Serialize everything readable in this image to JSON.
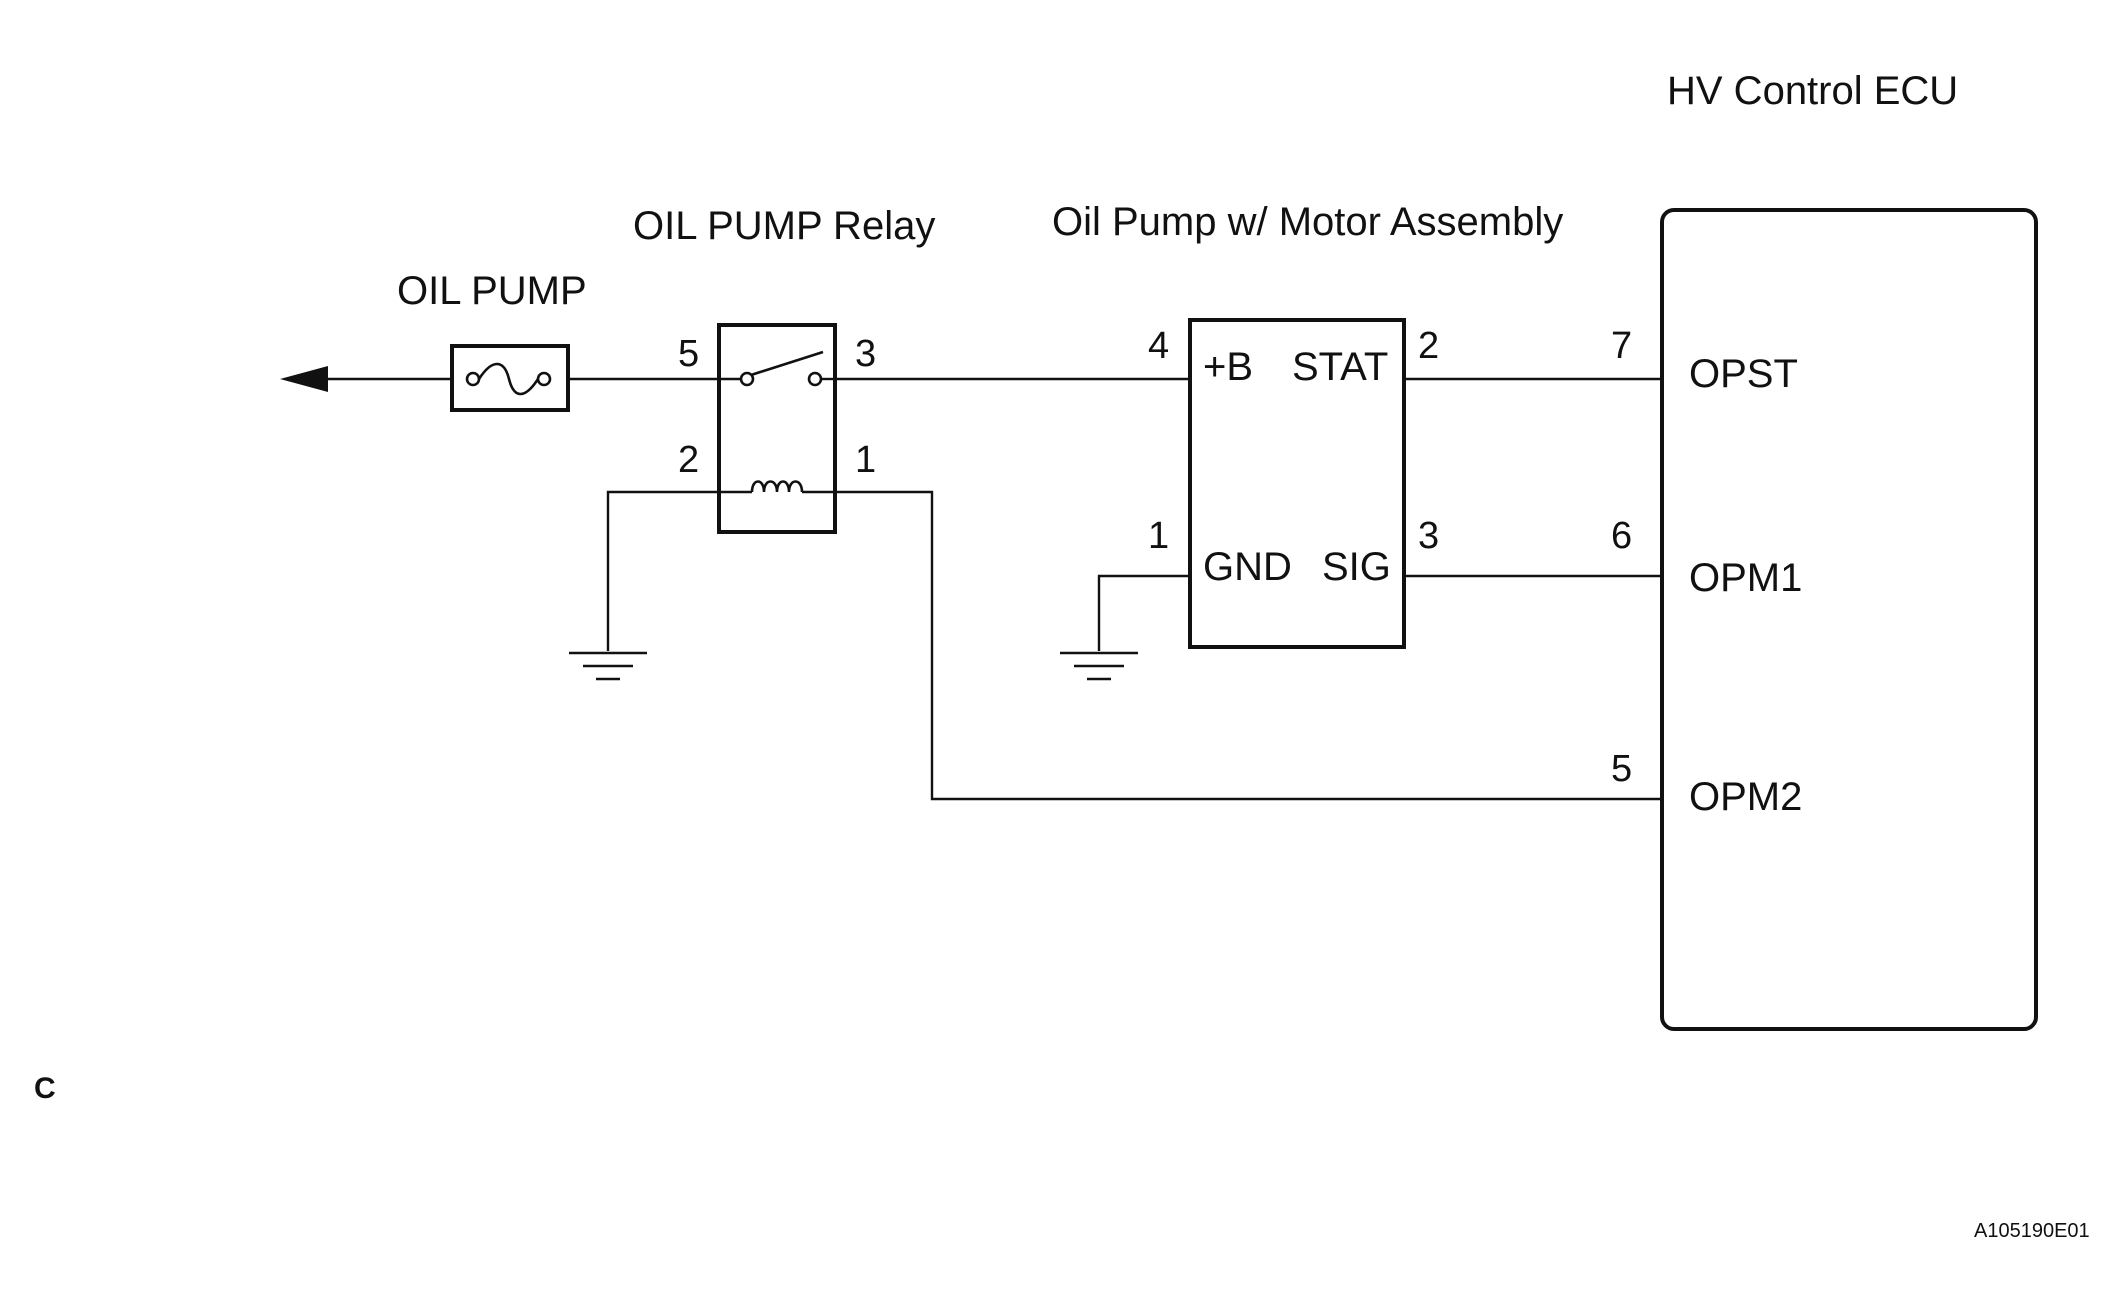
{
  "components": {
    "fuse": {
      "label": "OIL PUMP"
    },
    "relay": {
      "label": "OIL PUMP Relay",
      "pins": {
        "p5": "5",
        "p3": "3",
        "p2": "2",
        "p1": "1"
      }
    },
    "pump": {
      "label": "Oil Pump w/ Motor Assembly",
      "pins": {
        "p4": "4",
        "p2": "2",
        "p1": "1",
        "p3": "3"
      },
      "terminals": {
        "b": "+B",
        "stat": "STAT",
        "gnd": "GND",
        "sig": "SIG"
      }
    },
    "ecu": {
      "label": "HV Control ECU",
      "pins": {
        "p7": "7",
        "p6": "6",
        "p5": "5"
      },
      "terminals": {
        "opst": "OPST",
        "opm1": "OPM1",
        "opm2": "OPM2"
      }
    }
  },
  "corner_mark": "C",
  "figure_code": "A105190E01",
  "colors": {
    "ink": "#111111",
    "background": "#ffffff"
  }
}
